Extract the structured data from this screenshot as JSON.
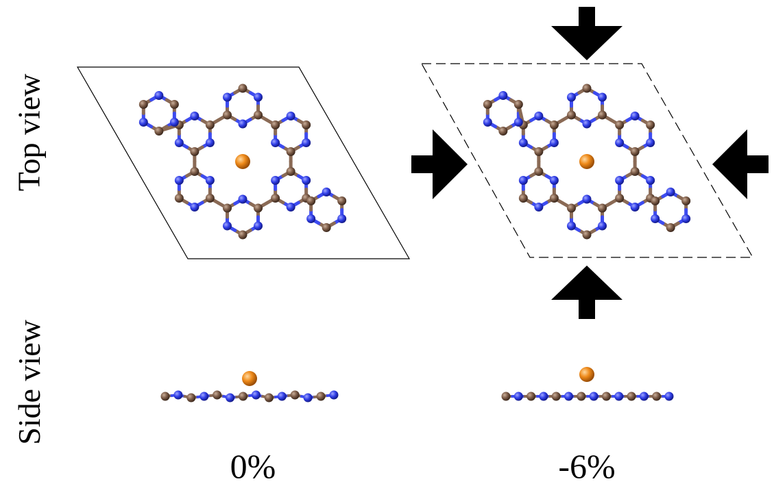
{
  "labels": {
    "top_view": "Top view",
    "side_view": "Side view"
  },
  "captions": {
    "unstrained": "0%",
    "strained": "-6%"
  },
  "colors": {
    "carbon": "#7a5a46",
    "nitrogen": "#2f3de6",
    "metal": "#ee8a1a",
    "bond_c": "#8a6a55",
    "bond_n": "#3d4bf0",
    "cell_line": "#000000",
    "arrow": "#000000"
  }
}
